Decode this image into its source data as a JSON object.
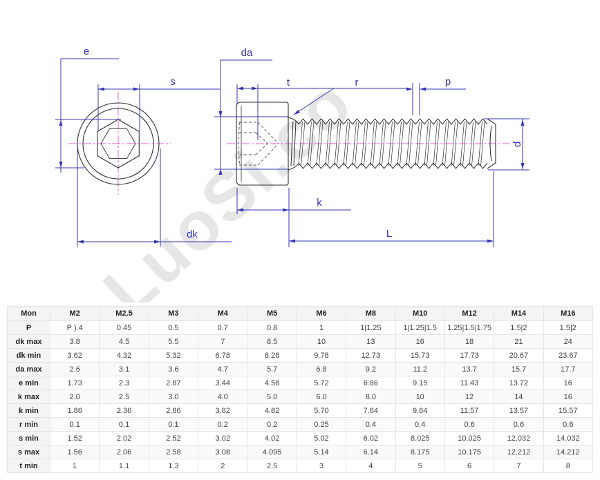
{
  "diagram": {
    "labels": {
      "e": "e",
      "s": "s",
      "dk": "dk",
      "da": "da",
      "t": "t",
      "r": "r",
      "p": "p",
      "d": "d",
      "k": "k",
      "L": "L"
    },
    "watermark": "LuoSi.co",
    "colors": {
      "dimension": "#3434b8",
      "centerline": "#ee58cc",
      "outline": "#2e2e2e"
    }
  },
  "table": {
    "columns": [
      "Mon",
      "M2",
      "M2.5",
      "M3",
      "M4",
      "M5",
      "M6",
      "M8",
      "M10",
      "M12",
      "M14",
      "M16"
    ],
    "rows": [
      {
        "label": "P",
        "values": [
          "P ).4",
          "0.45",
          "0.5",
          "0.7",
          "0.8",
          "1",
          "1|1.25",
          "1|1.25|1.5",
          "1.25|1.5|1.75",
          "1.5|2",
          "1.5|2"
        ]
      },
      {
        "label": "dk max",
        "values": [
          "3.8",
          "4.5",
          "5.5",
          "7",
          "8.5",
          "10",
          "13",
          "16",
          "18",
          "21",
          "24"
        ]
      },
      {
        "label": "dk min",
        "values": [
          "3.62",
          "4.32",
          "5.32",
          "6.78",
          "8.28",
          "9.78",
          "12.73",
          "15.73",
          "17.73",
          "20.67",
          "23.67"
        ]
      },
      {
        "label": "da max",
        "values": [
          "2.6",
          "3.1",
          "3.6",
          "4.7",
          "5.7",
          "6.8",
          "9.2",
          "11.2",
          "13.7",
          "15.7",
          "17.7"
        ]
      },
      {
        "label": "e min",
        "values": [
          "1.73",
          "2.3",
          "2.87",
          "3.44",
          "4.58",
          "5.72",
          "6.86",
          "9.15",
          "11.43",
          "13.72",
          "16"
        ]
      },
      {
        "label": "k max",
        "values": [
          "2.0",
          "2.5",
          "3.0",
          "4.0",
          "5.0",
          "6.0",
          "8.0",
          "10",
          "12",
          "14",
          "16"
        ]
      },
      {
        "label": "k min",
        "values": [
          "1.86",
          "2.36",
          "2.86",
          "3.82",
          "4.82",
          "5.70",
          "7.64",
          "9.64",
          "11.57",
          "13.57",
          "15.57"
        ]
      },
      {
        "label": "r min",
        "values": [
          "0.1",
          "0.1",
          "0.1",
          "0.2",
          "0.2",
          "0.25",
          "0.4",
          "0.4",
          "0.6",
          "0.6",
          "0.6"
        ]
      },
      {
        "label": "s min",
        "values": [
          "1.52",
          "2.02",
          "2.52",
          "3.02",
          "4.02",
          "5.02",
          "6.02",
          "8.025",
          "10.025",
          "12.032",
          "14.032"
        ]
      },
      {
        "label": "s max",
        "values": [
          "1.56",
          "2.06",
          "2.58",
          "3.08",
          "4.095",
          "5.14",
          "6.14",
          "8.175",
          "10.175",
          "12.212",
          "14.212"
        ]
      },
      {
        "label": "t min",
        "values": [
          "1",
          "1.1",
          "1.3",
          "2",
          "2.5",
          "3",
          "4",
          "5",
          "6",
          "7",
          "8"
        ]
      }
    ]
  }
}
